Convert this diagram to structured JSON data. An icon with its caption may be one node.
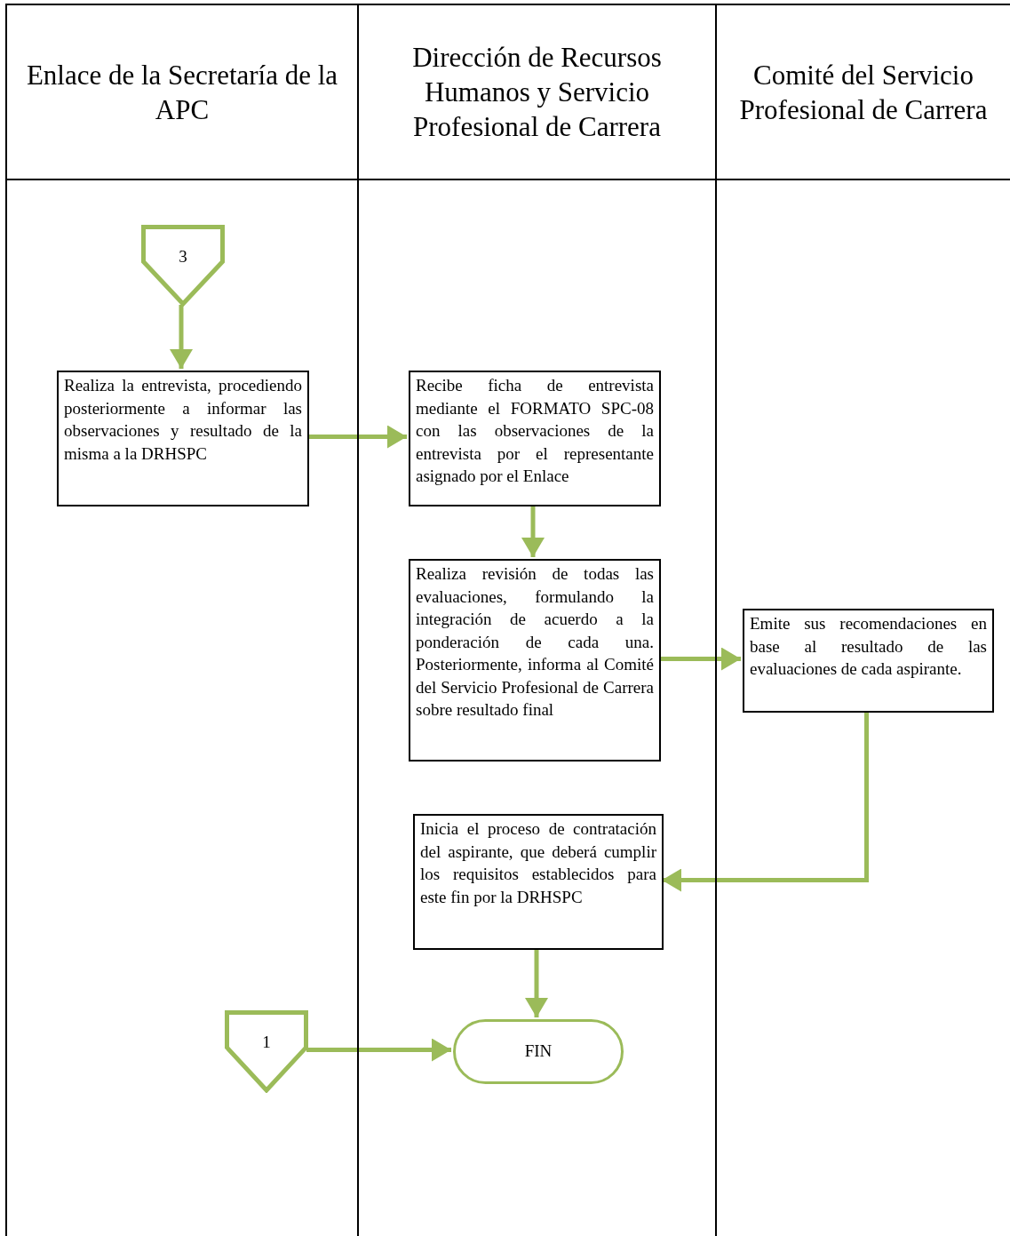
{
  "diagram": {
    "nodes": [
      {
        "text": [
          "Enlace de la Secretaría de la APC"
        ]
      },
      {
        "text": [
          "Dirección de Recursos Humanos y Servicio Profesional de Carrera"
        ]
      },
      {
        "text": [
          "Comité del Servicio Profesional de Carrera"
        ]
      },
      {
        "text": [
          "3"
        ],
        "in": 0
      },
      {
        "text": [
          "Realiza la entrevista, procediendo posteriormente a informar las observaciones y resultado de la misma a la DRHSPC"
        ],
        "in": 0
      },
      {
        "text": [
          "Recibe ficha de entrevista mediante el FORMATO SPC-08 con las observaciones de la entrevista por el representante asignado por el Enlace"
        ],
        "in": 1
      },
      {
        "text": [
          "Realiza revisión de todas las evaluaciones, formulando la integración de acuerdo a la ponderación de cada una. Posteriormente, informa al Comité del Servicio Profesional de Carrera sobre resultado final"
        ],
        "in": 1
      },
      {
        "text": [
          "Emite sus recomendaciones en base al resultado de las evaluaciones de cada aspirante."
        ],
        "in": 2
      },
      {
        "text": [
          "Inicia el proceso de contratación del aspirante, que deberá cumplir los requisitos establecidos para este fin por la DRHSPC"
        ],
        "in": 1
      },
      {
        "text": [
          "1"
        ],
        "in": 0
      },
      {
        "text": [
          "FIN"
        ],
        "in": 1
      }
    ],
    "edges": [
      {
        "from": 3,
        "to": 4,
        "arrow": "to"
      },
      {
        "from": 4,
        "to": 5,
        "arrow": "to"
      },
      {
        "from": 5,
        "to": 6,
        "arrow": "to"
      },
      {
        "from": 6,
        "to": 7,
        "arrow": "to"
      },
      {
        "from": 7,
        "to": 8,
        "arrow": "to"
      },
      {
        "from": 8,
        "to": 10,
        "arrow": "to"
      },
      {
        "from": 9,
        "to": 10,
        "arrow": "to"
      }
    ]
  }
}
